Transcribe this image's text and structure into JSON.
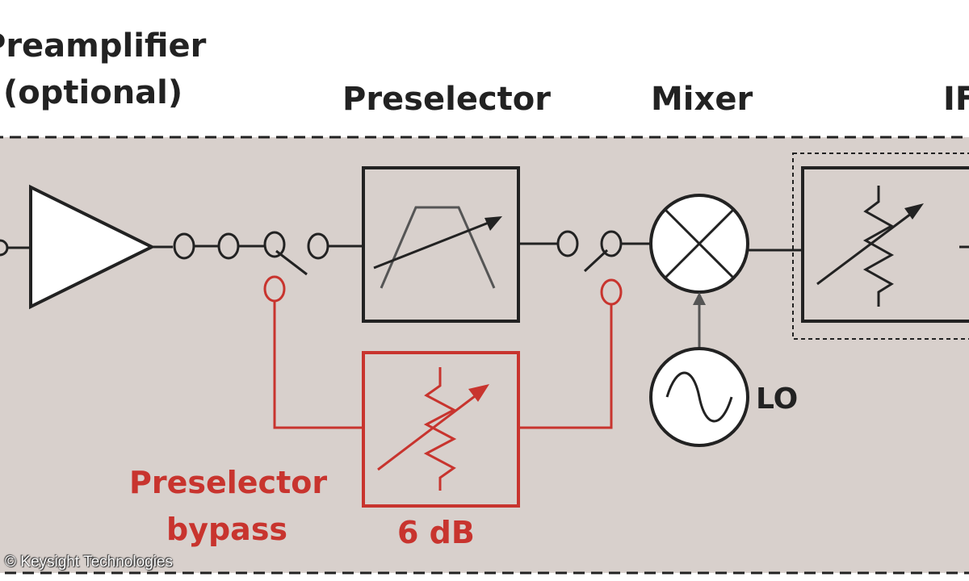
{
  "labels": {
    "preamplifier_line1": "Preamplifier",
    "preamplifier_line2": "(optional)",
    "preselector": "Preselector",
    "mixer": "Mixer",
    "if": "IF",
    "lo": "LO",
    "bypass_line1": "Preselector",
    "bypass_line2": "bypass",
    "attenuator_value": "6 dB"
  },
  "copyright": "© Keysight Technologies",
  "colors": {
    "panel_fill": "#d8d0cc",
    "line": "#222222",
    "bypass_red": "#c8342e",
    "filter_gray": "#555555"
  },
  "icons": [
    "amplifier-icon",
    "bandpass-filter-icon",
    "mixer-icon",
    "oscillator-icon",
    "variable-attenuator-icon",
    "switch-icon"
  ]
}
